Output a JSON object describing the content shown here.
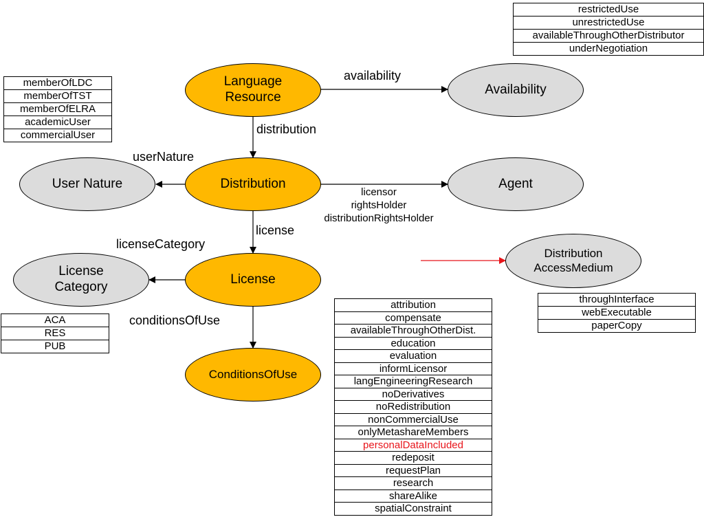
{
  "nodes": {
    "language_resource": "Language\nResource",
    "availability": "Availability",
    "distribution": "Distribution",
    "user_nature": "User Nature",
    "agent": "Agent",
    "license": "License",
    "license_category": "License\nCategory",
    "conditions_of_use": "ConditionsOfUse",
    "distribution_access_medium": "Distribution\nAccessMedium"
  },
  "edges": {
    "availability": "availability",
    "distribution": "distribution",
    "user_nature": "userNature",
    "agent": "licensor\nrightsHolder\ndistributionRightsHolder",
    "license": "license",
    "license_category": "licenseCategory",
    "conditions_of_use": "conditionsOfUse"
  },
  "availability_values": [
    "restrictedUse",
    "unrestrictedUse",
    "availableThroughOtherDistributor",
    "underNegotiation"
  ],
  "user_nature_values": [
    "memberOfLDC",
    "memberOfTST",
    "memberOfELRA",
    "academicUser",
    "commercialUser"
  ],
  "license_category_values": [
    "ACA",
    "RES",
    "PUB"
  ],
  "access_medium_values": [
    "throughInterface",
    "webExecutable",
    "paperCopy"
  ],
  "conditions_of_use_values": [
    "attribution",
    "compensate",
    "availableThroughOtherDist.",
    "education",
    "evaluation",
    "informLicensor",
    "langEngineeringResearch",
    "noDerivatives",
    "noRedistribution",
    "nonCommercialUse",
    "onlyMetashareMembers",
    "personalDataIncluded",
    "redeposit",
    "requestPlan",
    "research",
    "shareAlike",
    "spatialConstraint"
  ],
  "highlighted_value": "personalDataIncluded",
  "colors": {
    "core_node": "#FFB800",
    "value_node": "#DCDCDC",
    "highlight": "#E8141A",
    "line": "#000000"
  }
}
